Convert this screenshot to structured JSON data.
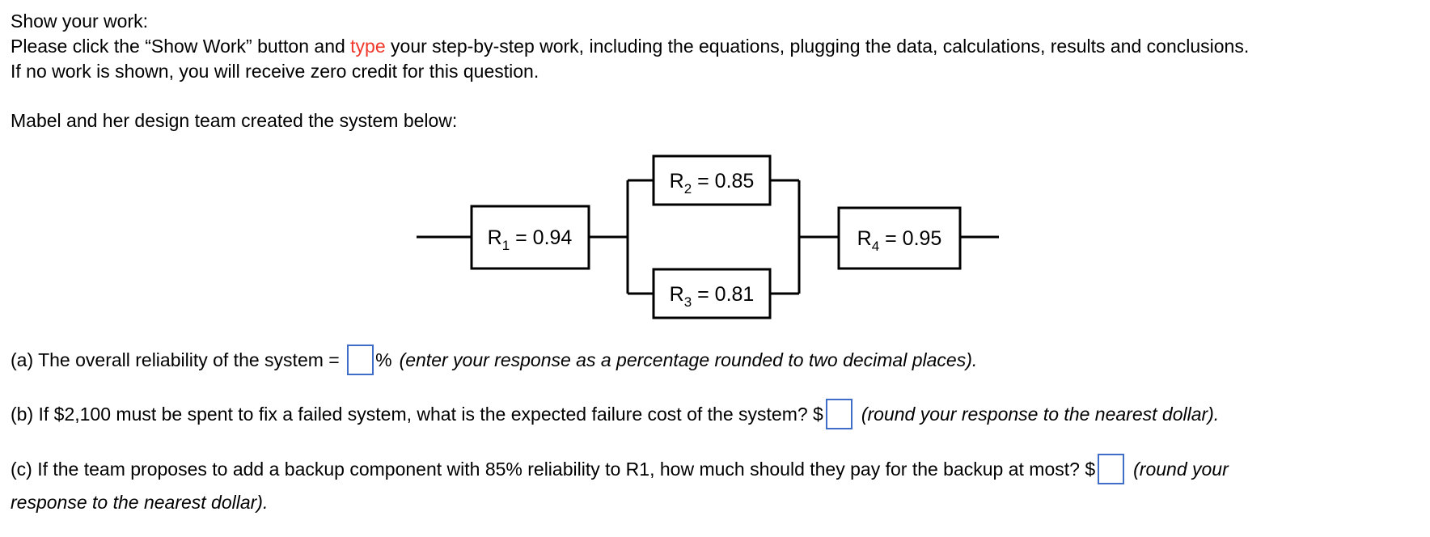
{
  "page": {
    "background": "#ffffff",
    "text_color": "#000000",
    "highlight_red": "#f0382b",
    "answer_box_border": "#3f6ec9"
  },
  "instructions": {
    "line1": "Show your work:",
    "line2_prefix": "Please click the “Show Work” button and ",
    "line2_highlight": "type",
    "line2_suffix": " your step-by-step work, including the equations, plugging the data, calculations, results and conclusions.",
    "line3": "If no work is shown, you will receive zero credit for this question."
  },
  "problem": {
    "intro": "Mabel and her design team created the system below:"
  },
  "diagram": {
    "type": "reliability-block-diagram",
    "structure": "R1 in series with parallel branch (R2 over R3) in series with R4",
    "components": [
      {
        "id": "R1",
        "base": "R",
        "sub": "1",
        "eq": " = 0.94",
        "value": 0.94
      },
      {
        "id": "R2",
        "base": "R",
        "sub": "2",
        "eq": " = 0.85",
        "value": 0.85
      },
      {
        "id": "R3",
        "base": "R",
        "sub": "3",
        "eq": " = 0.81",
        "value": 0.81
      },
      {
        "id": "R4",
        "base": "R",
        "sub": "4",
        "eq": " = 0.95",
        "value": 0.95
      }
    ]
  },
  "questions": {
    "a": {
      "prefix": "(a) The overall reliability of the system = ",
      "after_box": "%",
      "note": "(enter your response as a percentage rounded to two decimal places).",
      "answer_value": ""
    },
    "b": {
      "prefix": "(b) If $2,100 must be spent to fix a failed system, what is the expected failure cost of the system? $",
      "note": "(round your response to the nearest dollar).",
      "answer_value": ""
    },
    "c": {
      "prefix": "(c) If the team proposes to add a backup component with 85% reliability to R1, how much should they pay for the backup at most? $",
      "note_line1": "(round your",
      "note_line2": "response to the nearest dollar).",
      "answer_value": ""
    }
  }
}
